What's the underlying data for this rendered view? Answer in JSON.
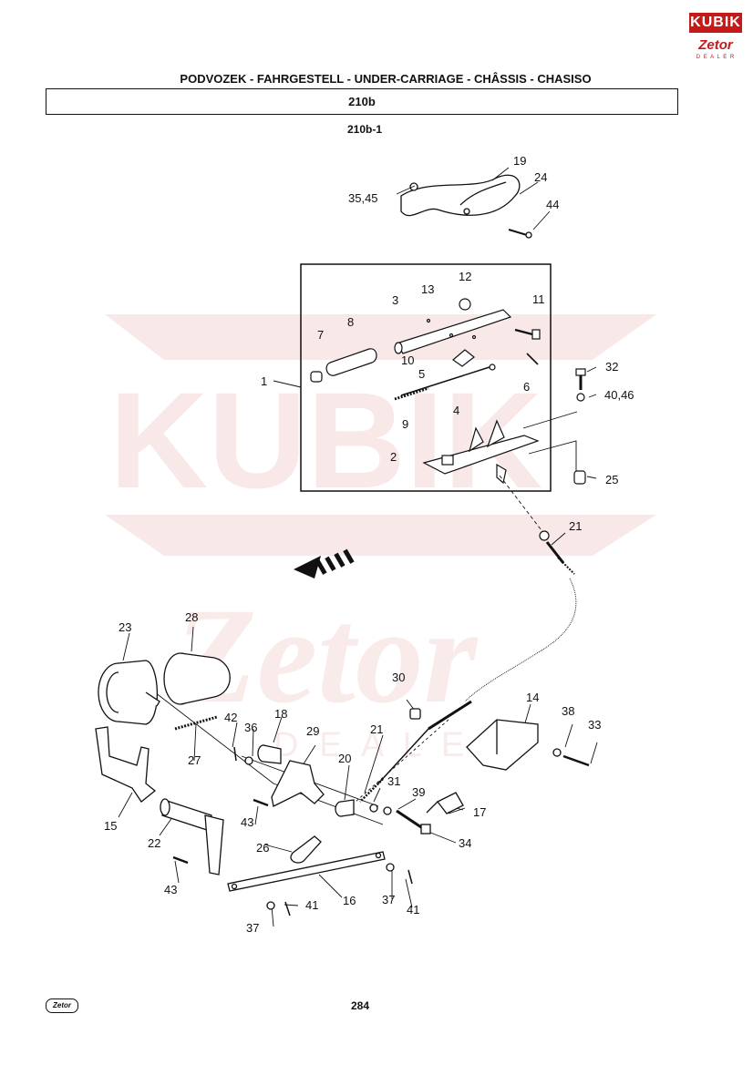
{
  "header": {
    "title": "PODVOZEK - FAHRGESTELL - UNDER-CARRIAGE - CHÂSSIS - CHASISO",
    "group_code": "210b",
    "figure_code": "210b-1"
  },
  "logo": {
    "brand": "KUBIK",
    "sub_brand": "Zetor",
    "dealer": "D E A L E R"
  },
  "watermark": {
    "brand": "KUBIK",
    "sub_brand": "Zetor",
    "dealer": "D E A L E R",
    "color": "#f3d6d6"
  },
  "part_labels": {
    "p1": "1",
    "p2": "2",
    "p3": "3",
    "p4": "4",
    "p5": "5",
    "p6": "6",
    "p7": "7",
    "p8": "8",
    "p9": "9",
    "p10": "10",
    "p11": "11",
    "p12": "12",
    "p13": "13",
    "p14": "14",
    "p15": "15",
    "p16": "16",
    "p17": "17",
    "p18": "18",
    "p19": "19",
    "p20": "20",
    "p21a": "21",
    "p21b": "21",
    "p22": "22",
    "p23": "23",
    "p24": "24",
    "p25": "25",
    "p26": "26",
    "p27": "27",
    "p28": "28",
    "p29": "29",
    "p30": "30",
    "p31": "31",
    "p32": "32",
    "p33": "33",
    "p34": "34",
    "p3545": "35,45",
    "p36": "36",
    "p37a": "37",
    "p37b": "37",
    "p38": "38",
    "p39": "39",
    "p4046": "40,46",
    "p41a": "41",
    "p41b": "41",
    "p42": "42",
    "p43a": "43",
    "p43b": "43",
    "p44": "44"
  },
  "footer": {
    "page_number": "284",
    "logo_text": "Zetor"
  }
}
